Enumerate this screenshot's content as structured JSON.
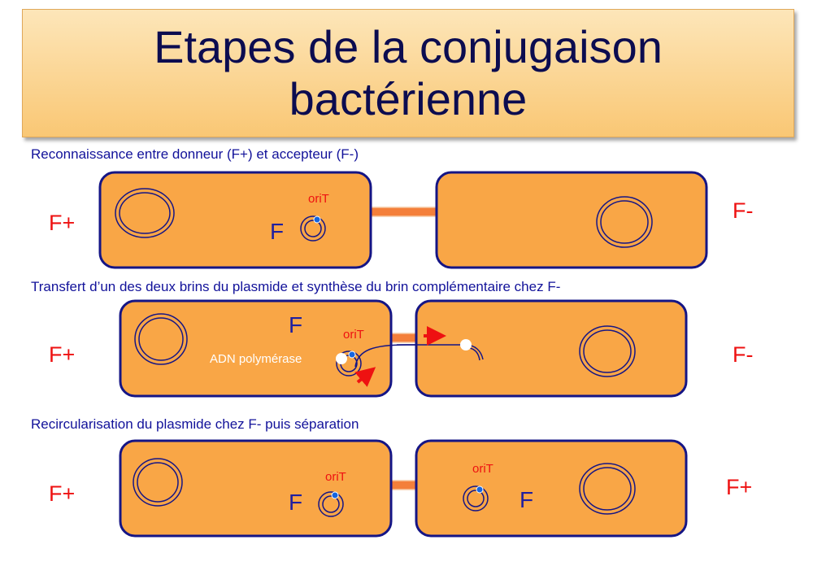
{
  "title": {
    "line1": "Etapes de la conjugaison",
    "line2": "bactérienne"
  },
  "colors": {
    "cell_fill": "#f9a646",
    "cell_border": "#151585",
    "label_red": "#ee1111",
    "text_blue": "#12129a",
    "pilus_fill": "#f47f3a"
  },
  "steps": [
    {
      "caption": "Reconnaissance entre donneur (F+) et accepteur (F-)",
      "left_label": "F+",
      "right_label": "F-",
      "donor_plasmid": "F",
      "donor_ori": "oriT"
    },
    {
      "caption": "Transfert d’un des deux brins du plasmide et synthèse du brin complémentaire chez F-",
      "left_label": "F+",
      "right_label": "F-",
      "donor_plasmid": "F",
      "donor_ori": "oriT",
      "enzyme": "ADN polymérase"
    },
    {
      "caption": "Recircularisation du plasmide chez F- puis séparation",
      "left_label": "F+",
      "right_label": "F+",
      "donor_plasmid": "F",
      "donor_ori": "oriT",
      "recipient_plasmid": "F",
      "recipient_ori": "oriT"
    }
  ]
}
